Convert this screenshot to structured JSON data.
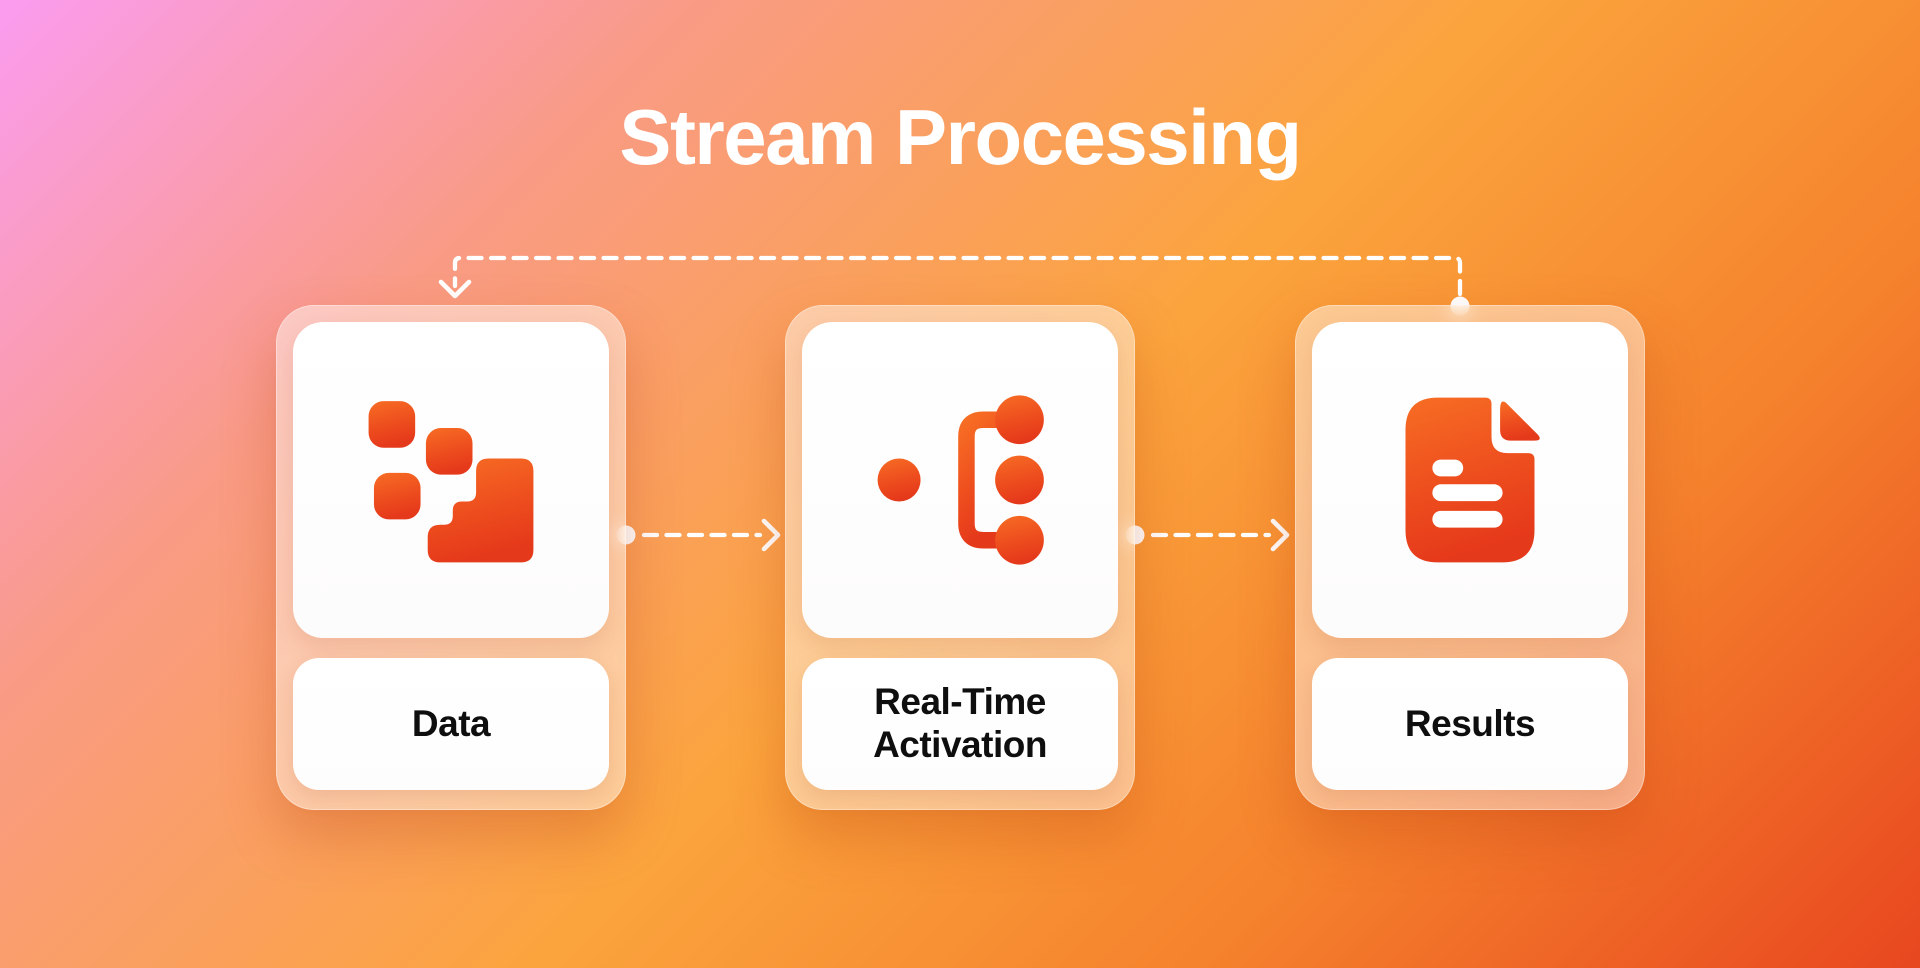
{
  "title": "Stream Processing",
  "diagram": {
    "nodes": [
      {
        "label": "Data",
        "icon": "data-blocks-icon"
      },
      {
        "label": "Real-Time Activation",
        "icon": "branch-distribution-icon"
      },
      {
        "label": "Results",
        "icon": "document-results-icon"
      }
    ],
    "flow_connectors": [
      "data-to-activation-forward",
      "activation-to-results-forward",
      "results-to-data-feedback-loop"
    ]
  },
  "colors": {
    "background_gradient": [
      "#fb9cf0",
      "#f99b85",
      "#fba43d",
      "#f5822d",
      "#e8471f"
    ],
    "icon_gradient_top": "#f76d24",
    "icon_gradient_bottom": "#e5391b",
    "card_face": "#ffffff",
    "frame_tint": "rgba(255,255,255,0.45)",
    "connector": "#ffffff",
    "title_color": "#ffffff",
    "label_color": "#0e0e0e"
  }
}
